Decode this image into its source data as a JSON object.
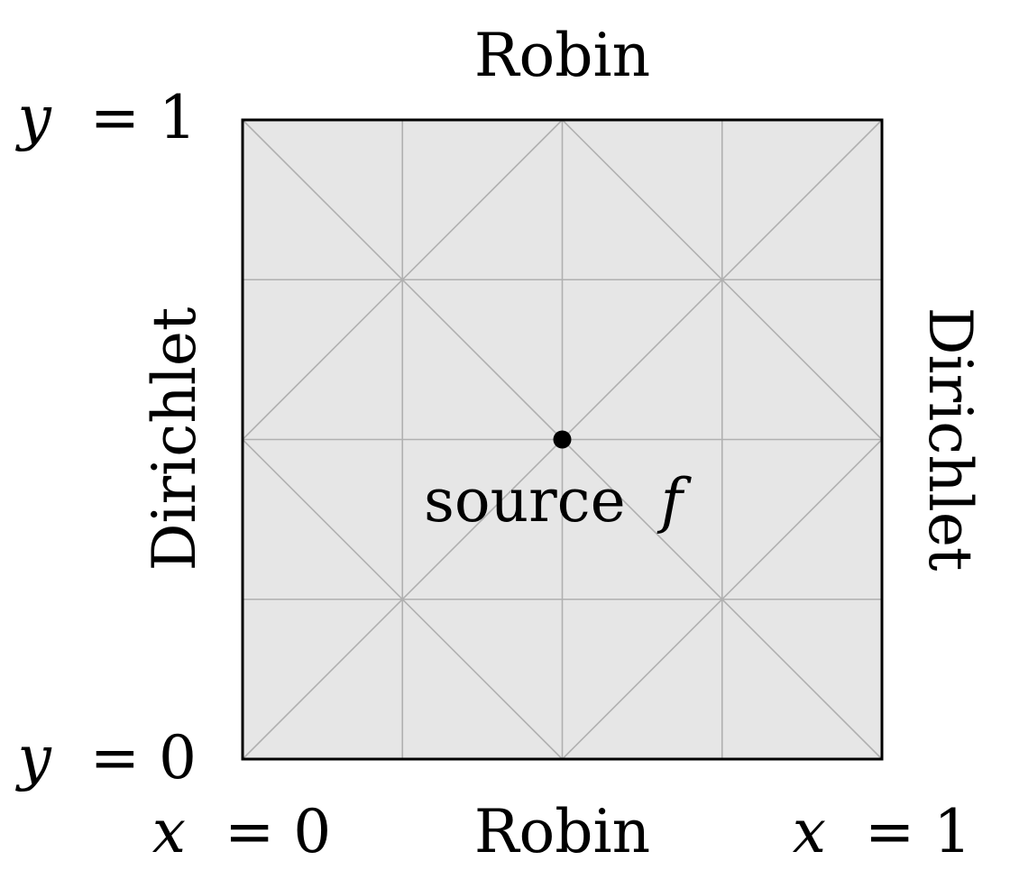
{
  "domain": {
    "fill_color": "#e6e6e6",
    "border_color": "#000000",
    "mesh_color": "#b0b0b0",
    "mesh_divisions": 4,
    "point_color": "#000000"
  },
  "boundaries": {
    "top": "Robin",
    "bottom": "Robin",
    "left": "Dirichlet",
    "right": "Dirichlet"
  },
  "axis_labels": {
    "y_top": {
      "var": "y",
      "eq": "= 1"
    },
    "y_bottom": {
      "var": "y",
      "eq": "= 0"
    },
    "x_left": {
      "var": "x",
      "eq": "= 0"
    },
    "x_right": {
      "var": "x",
      "eq": "= 1"
    }
  },
  "source": {
    "text": "source",
    "symbol": "f"
  }
}
